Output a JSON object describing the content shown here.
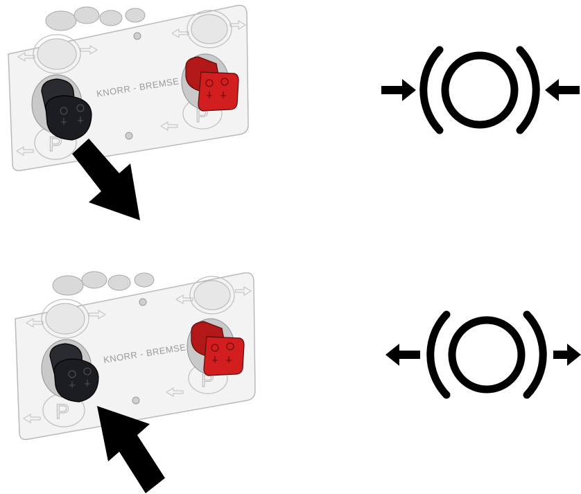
{
  "panel_top": {
    "brand_text": "KNORR - BREMSE",
    "release_knob_color": "#1c1d22",
    "apply_knob_color": "#cc1b1b",
    "arrow_color": "#000000",
    "motion": "pull-out"
  },
  "panel_bottom": {
    "brand_text": "KNORR - BREMSE",
    "release_knob_color": "#1c1d22",
    "apply_knob_color": "#cc1b1b",
    "arrow_color": "#000000",
    "motion": "push-in"
  },
  "brake_symbol_top": {
    "icon": "brake-applied-icon",
    "arrows": "inward"
  },
  "brake_symbol_bottom": {
    "icon": "brake-released-icon",
    "arrows": "outward"
  },
  "colors": {
    "panel_fill": "#f4f4f4",
    "panel_stroke": "#b9b9b9",
    "symbol": "#000000"
  }
}
